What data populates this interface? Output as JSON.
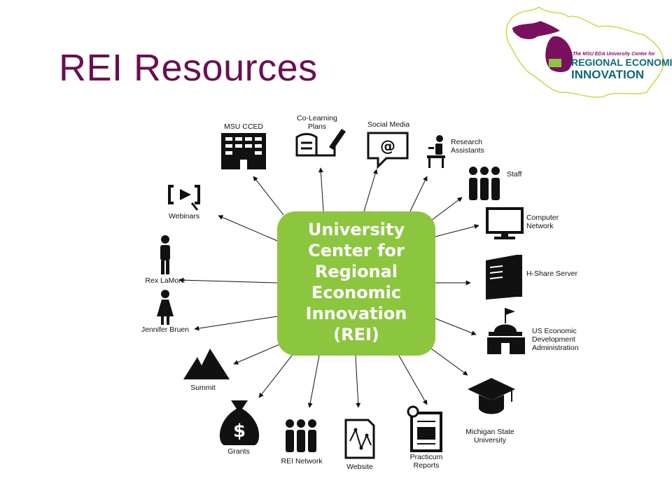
{
  "slide": {
    "title": "REI Resources"
  },
  "logo": {
    "line1": "The MSU EDA University Center for",
    "line2": "REGIONAL ECONOMIC",
    "line3": "INNOVATION",
    "colors": {
      "purple": "#7a1060",
      "green": "#8cc63f",
      "teal": "#0e6a78"
    }
  },
  "hub": {
    "lines": [
      "University",
      "Center for",
      "Regional",
      "Economic",
      "Innovation",
      "(REI)"
    ],
    "color": "#8cc63f"
  },
  "nodes": {
    "msu_cced": {
      "label": [
        "MSU CCED"
      ],
      "icon": "building-icon"
    },
    "co_learning": {
      "label": [
        "Co-Learning",
        "Plans"
      ],
      "icon": "book-pen-icon"
    },
    "social_media": {
      "label": [
        "Social Media"
      ],
      "icon": "at-speech-bubble-icon"
    },
    "research_assistants": {
      "label": [
        "Research",
        "Assistants"
      ],
      "icon": "person-at-desk-icon"
    },
    "staff": {
      "label": [
        "Staff"
      ],
      "icon": "group-icon"
    },
    "computer_network": {
      "label": [
        "Computer",
        "Network"
      ],
      "icon": "monitor-icon"
    },
    "hshare_server": {
      "label": [
        "H-Share Server"
      ],
      "icon": "server-icon"
    },
    "us_eda": {
      "label": [
        "US Economic",
        "Development",
        "Administration"
      ],
      "icon": "government-building-icon"
    },
    "msu": {
      "label": [
        "Michigan State",
        "University"
      ],
      "icon": "graduation-cap-icon"
    },
    "practicum": {
      "label": [
        "Practicum",
        "Reports"
      ],
      "icon": "report-document-icon"
    },
    "website": {
      "label": [
        "Website"
      ],
      "icon": "sitemap-page-icon"
    },
    "rei_network": {
      "label": [
        "REI Network"
      ],
      "icon": "group-icon"
    },
    "grants": {
      "label": [
        "Grants"
      ],
      "icon": "money-bag-icon"
    },
    "summit": {
      "label": [
        "Summit"
      ],
      "icon": "mountains-icon"
    },
    "jennifer_bruen": {
      "label": [
        "Jennifer Bruen"
      ],
      "icon": "woman-icon"
    },
    "rex_lamore": {
      "label": [
        "Rex LaMore"
      ],
      "icon": "man-icon"
    },
    "webinars": {
      "label": [
        "Webinars"
      ],
      "icon": "video-play-icon"
    }
  }
}
